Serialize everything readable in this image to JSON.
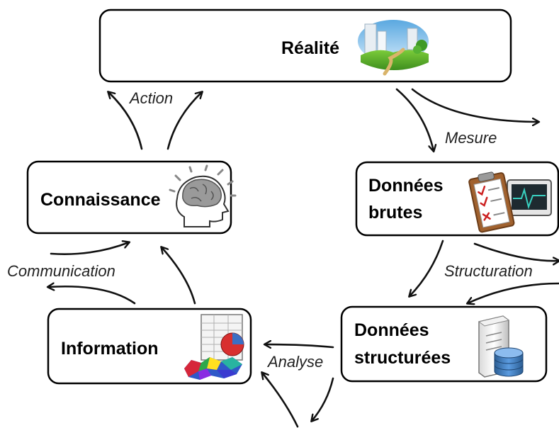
{
  "nodes": {
    "realite": {
      "label": "Réalité",
      "icon": "landscape-icon"
    },
    "connaissance": {
      "label": "Connaissance",
      "icon": "brain-head-icon"
    },
    "donnees_brutes": {
      "line1": "Données",
      "line2": "brutes",
      "icon": "clipboard-monitor-icon"
    },
    "information": {
      "label": "Information",
      "icon": "spreadsheet-map-icon"
    },
    "donnees_structurees": {
      "line1": "Données",
      "line2": "structurées",
      "icon": "server-database-icon"
    }
  },
  "edges": {
    "action": "Action",
    "mesure": "Mesure",
    "structuration": "Structuration",
    "analyse": "Analyse",
    "communication": "Communication"
  },
  "colors": {
    "stroke": "#000000",
    "sky": "#8fc8ef",
    "grass": "#5fb52f",
    "clipboard": "#a0612e",
    "database": "#3a77b8"
  }
}
